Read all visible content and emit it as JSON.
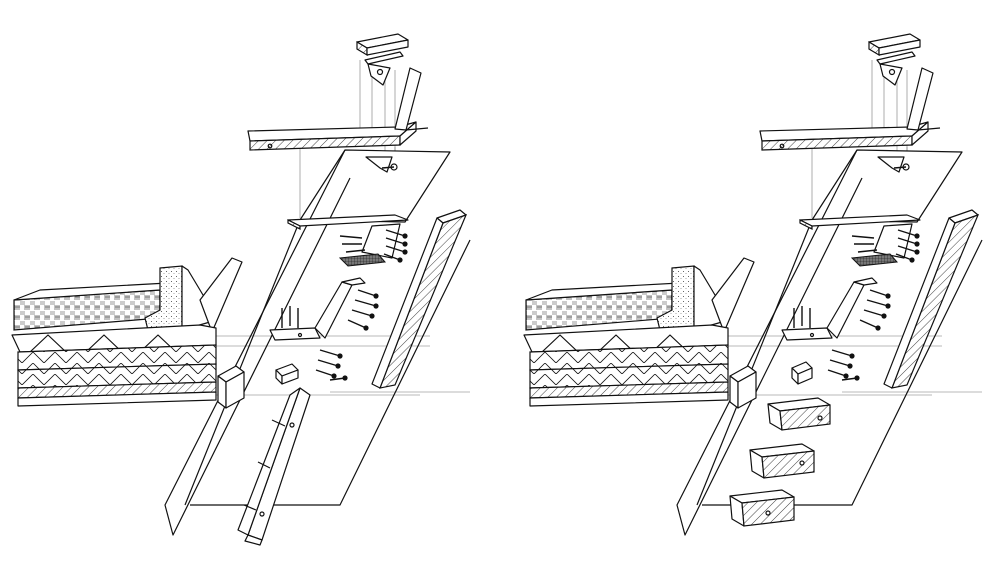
{
  "figure": {
    "panels": [
      {
        "id": "left",
        "variant": "sill-with-single-block"
      },
      {
        "id": "right",
        "variant": "sill-with-stacked-blocks"
      }
    ],
    "colors": {
      "line": "#111111",
      "background": "#ffffff",
      "guide": "#777777"
    }
  }
}
